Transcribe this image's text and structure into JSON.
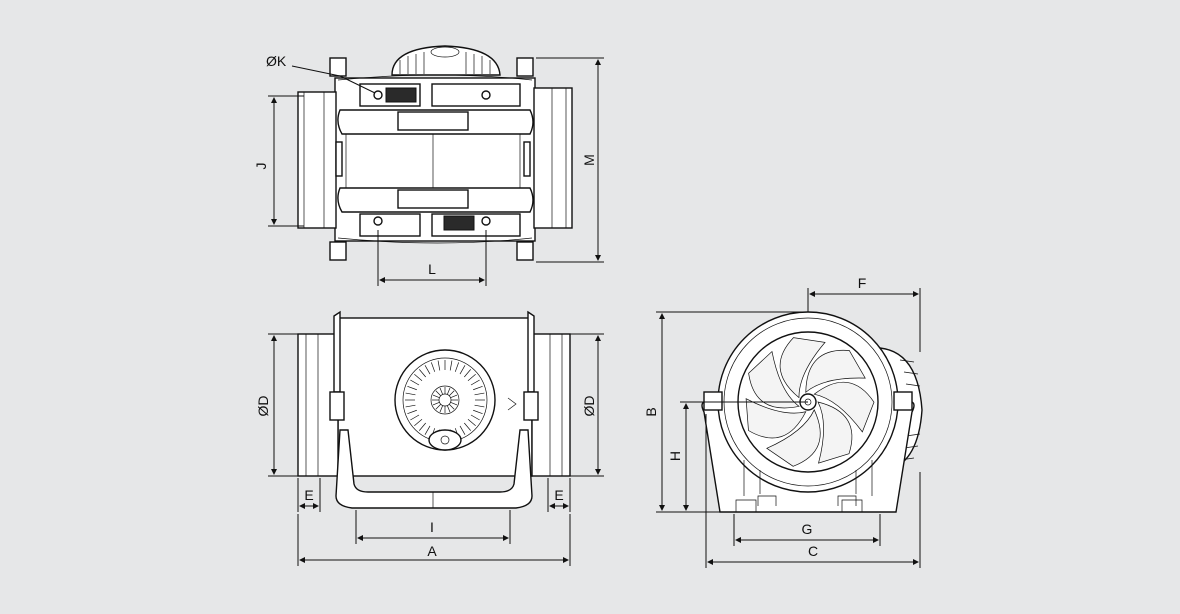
{
  "colors": {
    "background": "#e6e7e8",
    "line": "#111111",
    "fill": "#ffffff"
  },
  "dimensions": {
    "phi_k": "ØK",
    "j": "J",
    "m": "M",
    "l": "L",
    "phi_d_left": "ØD",
    "phi_d_right": "ØD",
    "e_left": "E",
    "e_right": "E",
    "i": "I",
    "a": "A",
    "f": "F",
    "b": "B",
    "h": "H",
    "g": "G",
    "c": "C"
  }
}
